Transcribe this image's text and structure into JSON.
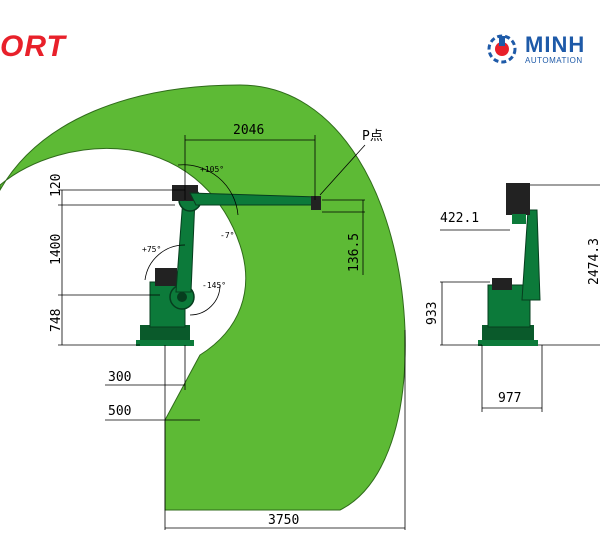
{
  "brand_left": {
    "text": "ORT",
    "color": "#e8202a"
  },
  "logo_right": {
    "icon": "gear-robot-icon",
    "title": "MINH",
    "subtitle": "AUTOMATION",
    "color": "#1e5aa8"
  },
  "colors": {
    "workspace": "#5dba35",
    "robot": "#0c7a3a",
    "robot_dark": "#0a5a2b",
    "motor": "#222222"
  },
  "side_view": {
    "dims": {
      "reach_top": "2046",
      "p_point": "P点",
      "h_120": "120",
      "h_1400": "1400",
      "h_748": "748",
      "w_300": "300",
      "w_500": "500",
      "w_3750": "3750",
      "wrist_offset": "136.5"
    },
    "angles": {
      "a_top": "+105°",
      "a_mid": "-7°",
      "a_left": "+75°",
      "a_low": "-145°"
    }
  },
  "front_view": {
    "dims": {
      "offset": "422.1",
      "height_total": "2474.3",
      "base_height": "933",
      "base_width": "977"
    }
  }
}
